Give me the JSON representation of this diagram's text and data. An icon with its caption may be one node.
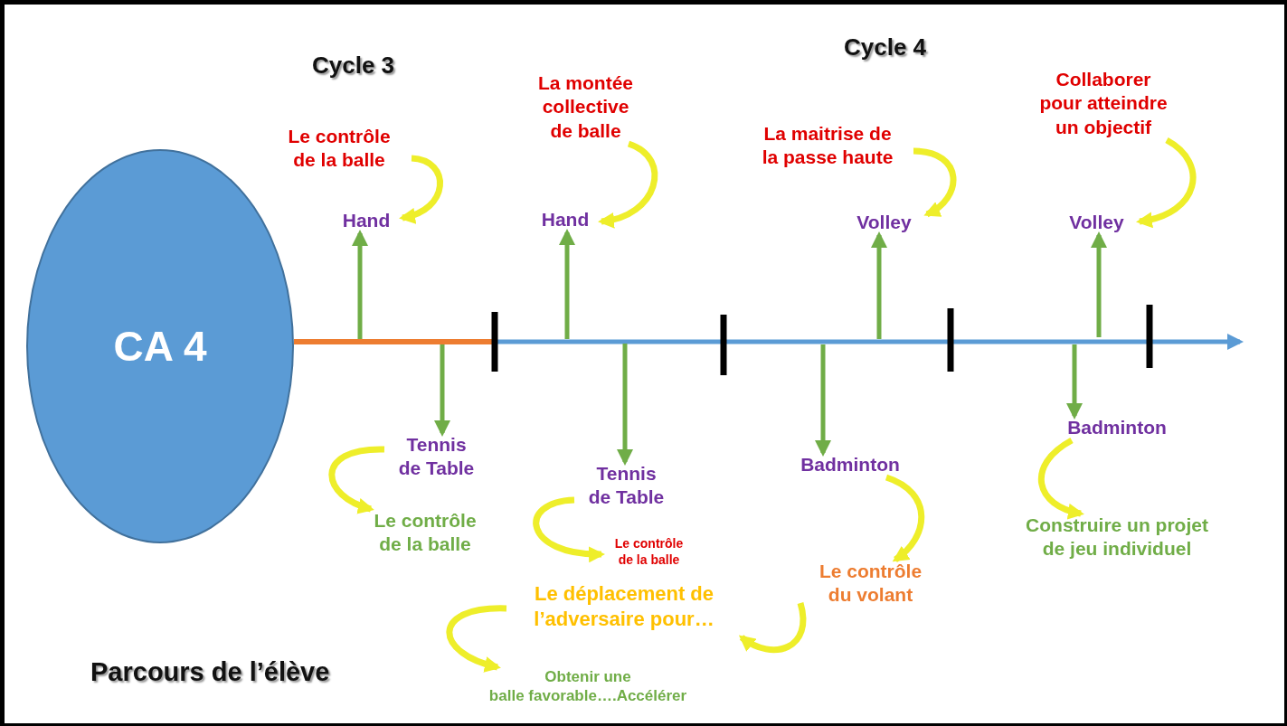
{
  "diagram": {
    "nodes": [
      {
        "text": [
          "CA 4"
        ]
      },
      {
        "text": [
          "Le contrôle de la balle"
        ]
      },
      {
        "text": [
          "Hand"
        ]
      },
      {
        "text": [
          "La montée collective de balle"
        ]
      },
      {
        "text": [
          "Hand"
        ]
      },
      {
        "text": [
          "La maitrise de la passe haute"
        ]
      },
      {
        "text": [
          "Volley"
        ]
      },
      {
        "text": [
          "Collaborer pour atteindre un objectif"
        ]
      },
      {
        "text": [
          "Volley"
        ]
      },
      {
        "text": [
          "Tennis de Table"
        ]
      },
      {
        "text": [
          "Le contrôle de la balle"
        ]
      },
      {
        "text": [
          "Tennis de Table"
        ]
      },
      {
        "text": [
          "Le contrôle de la balle"
        ]
      },
      {
        "text": [
          "Le déplacement de l’adversaire pour…"
        ]
      },
      {
        "text": [
          "Obtenir une balle favorable….Accélérer"
        ]
      },
      {
        "text": [
          "Badminton"
        ]
      },
      {
        "text": [
          "Le contrôle du volant"
        ]
      },
      {
        "text": [
          "Badminton"
        ]
      },
      {
        "text": [
          "Construire  un projet de jeu individuel"
        ]
      }
    ],
    "edges": [
      {
        "from": 0,
        "to": null,
        "arrow": "to",
        "color": "#5b9bd5"
      },
      {
        "from": null,
        "to": 2,
        "arrow": "to",
        "color": "#70ad47"
      },
      {
        "from": null,
        "to": 9,
        "arrow": "to",
        "color": "#70ad47"
      },
      {
        "from": null,
        "to": 4,
        "arrow": "to",
        "color": "#70ad47"
      },
      {
        "from": null,
        "to": 11,
        "arrow": "to",
        "color": "#70ad47"
      },
      {
        "from": null,
        "to": 15,
        "arrow": "to",
        "color": "#70ad47"
      },
      {
        "from": null,
        "to": 6,
        "arrow": "to",
        "color": "#70ad47"
      },
      {
        "from": null,
        "to": 17,
        "arrow": "to",
        "color": "#70ad47"
      },
      {
        "from": null,
        "to": 8,
        "arrow": "to",
        "color": "#70ad47"
      },
      {
        "from": 1,
        "to": 2,
        "arrow": "to"
      },
      {
        "from": 3,
        "to": 4,
        "arrow": "to"
      },
      {
        "from": 5,
        "to": 6,
        "arrow": "to"
      },
      {
        "from": 7,
        "to": 8,
        "arrow": "to"
      },
      {
        "from": 9,
        "to": 10,
        "arrow": "to"
      },
      {
        "from": 11,
        "to": 12,
        "arrow": "to"
      },
      {
        "from": 13,
        "to": 14,
        "arrow": "to"
      },
      {
        "from": 16,
        "to": 13,
        "arrow": "to"
      },
      {
        "from": 15,
        "to": 16,
        "arrow": "to"
      },
      {
        "from": 17,
        "to": 18,
        "arrow": "to"
      }
    ],
    "labels": [
      "Cycle 3",
      "Cycle 4",
      "Parcours de l’élève"
    ]
  }
}
